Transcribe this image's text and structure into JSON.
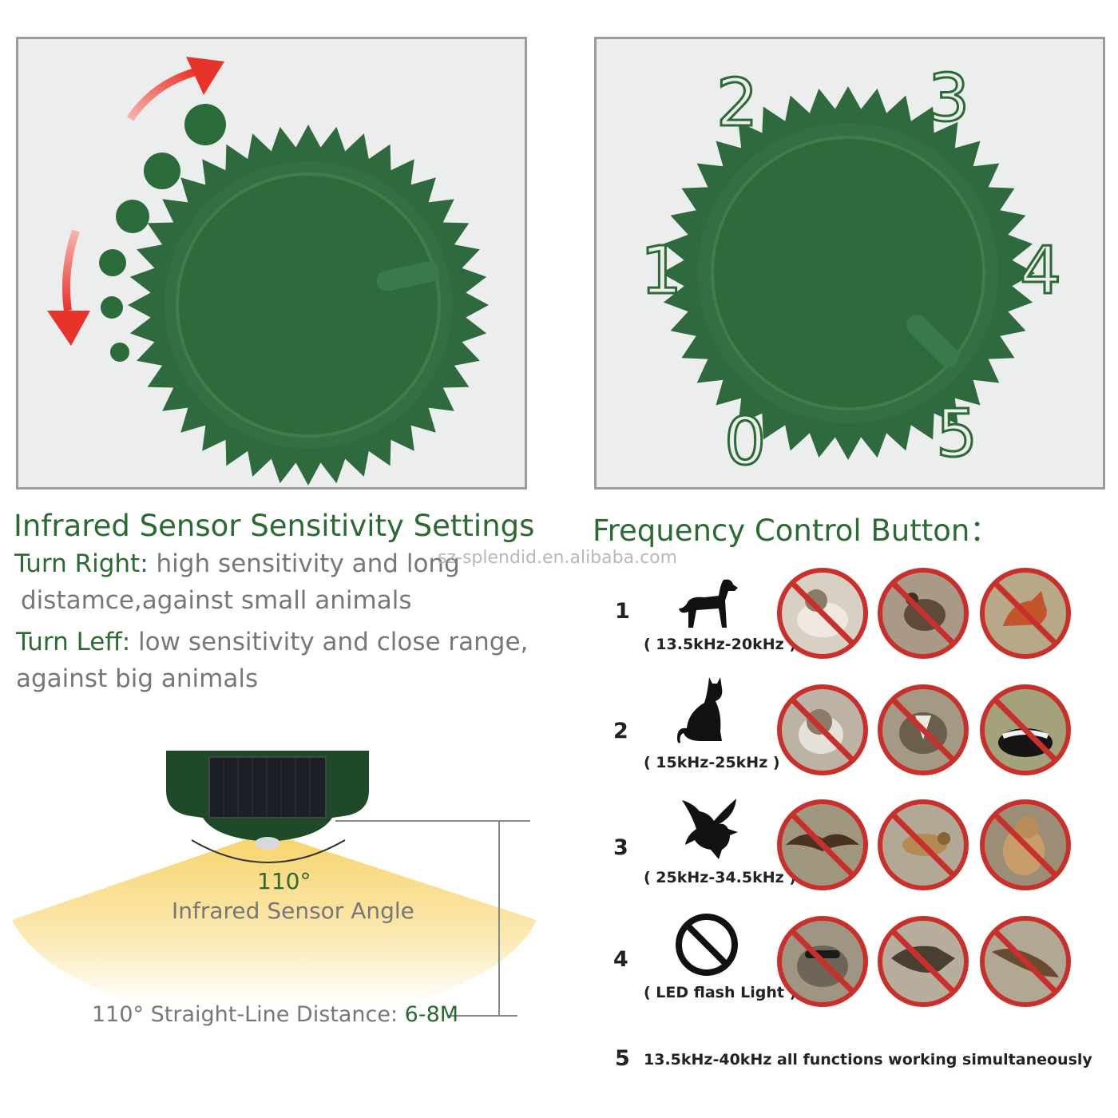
{
  "sensitivity": {
    "title": "Infrared Sensor Sensitivity Settings",
    "turn_right_label": "Turn Right:",
    "turn_right_text": " high sensitivity and long",
    "turn_right_text2": "distamce,against small animals",
    "turn_left_label": "Turn Leff:",
    "turn_left_text": " low sensitivity and close range,",
    "turn_left_text2": "against big animals"
  },
  "frequency": {
    "title": "Frequency Control Button：",
    "dial_numbers": [
      "0",
      "1",
      "2",
      "3",
      "4",
      "5"
    ],
    "rows": [
      {
        "num": "1",
        "icon": "dog-icon",
        "label": "( 13.5kHz-20kHz )",
        "animals": [
          "small-dog",
          "mouse",
          "fox"
        ]
      },
      {
        "num": "2",
        "icon": "cat-icon",
        "label": "( 15kHz-25kHz )",
        "animals": [
          "cat",
          "badger",
          "skunk"
        ]
      },
      {
        "num": "3",
        "icon": "bird-icon",
        "label": "( 25kHz-34.5kHz )",
        "animals": [
          "bat",
          "sparrow",
          "squirrel"
        ]
      },
      {
        "num": "4",
        "icon": "no-sign-icon",
        "label": "( LED flash Light )",
        "animals": [
          "raccoon",
          "boar",
          "weasel"
        ]
      }
    ],
    "footer_num": "5",
    "footer_text": "13.5kHz-40kHz all functions working simultaneously"
  },
  "sensor": {
    "angle_value": "110°",
    "angle_label": "Infrared Sensor Angle",
    "distance_prefix": "110°  Straight-Line Distance: ",
    "distance_value": "6-8M"
  },
  "watermark": "sz-splendid.en.alibaba.com",
  "colors": {
    "brand_green": "#2c6a33",
    "dial_green": "#2f6a3e",
    "ban_red": "#c9302c",
    "arrow_red": "#e8332a"
  }
}
